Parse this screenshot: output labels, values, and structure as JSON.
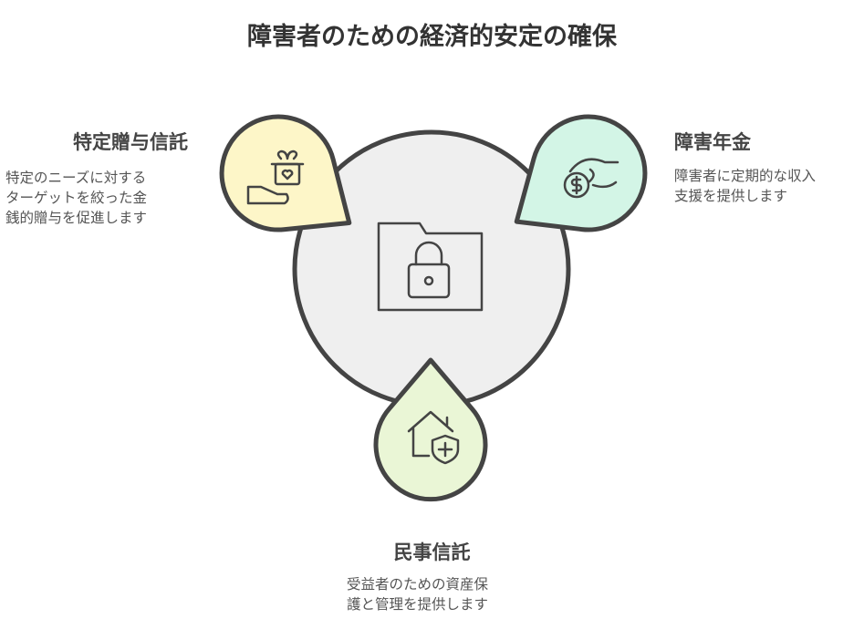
{
  "title": "障害者のための経済的安定の確保",
  "center": {
    "icon": "locked-folder-icon",
    "color": "#efefef"
  },
  "items": [
    {
      "title": "特定贈与信託",
      "lines": [
        "特定のニーズに対する",
        "ターゲットを絞った金",
        "銭的贈与を促進します"
      ],
      "icon": "gift-hand-icon",
      "color": "#fdf6c8"
    },
    {
      "title": "障害年金",
      "lines": [
        "障害者に定期的な収入",
        "支援を提供します"
      ],
      "icon": "hand-coin-icon",
      "color": "#d3f5e6"
    },
    {
      "title": "民事信託",
      "lines": [
        "受益者のための資産保",
        "護と管理を提供します"
      ],
      "icon": "house-shield-icon",
      "color": "#eaf6d6"
    }
  ]
}
